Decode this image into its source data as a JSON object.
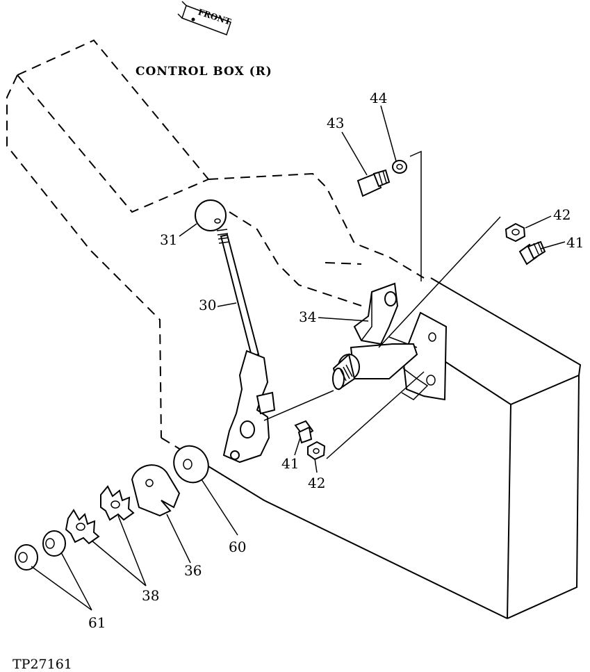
{
  "header": {
    "front_label": "FRONT",
    "title": "CONTROL BOX (R)"
  },
  "callouts": [
    {
      "id": "lbl-44",
      "text": "44"
    },
    {
      "id": "lbl-43",
      "text": "43"
    },
    {
      "id": "lbl-42-top",
      "text": "42"
    },
    {
      "id": "lbl-41-top",
      "text": "41"
    },
    {
      "id": "lbl-31",
      "text": "31"
    },
    {
      "id": "lbl-30",
      "text": "30"
    },
    {
      "id": "lbl-34",
      "text": "34"
    },
    {
      "id": "lbl-41-bottom",
      "text": "41"
    },
    {
      "id": "lbl-42-bottom",
      "text": "42"
    },
    {
      "id": "lbl-60",
      "text": "60"
    },
    {
      "id": "lbl-36",
      "text": "36"
    },
    {
      "id": "lbl-38",
      "text": "38"
    },
    {
      "id": "lbl-61",
      "text": "61"
    }
  ],
  "footer": {
    "figure_id": "TP27161"
  }
}
